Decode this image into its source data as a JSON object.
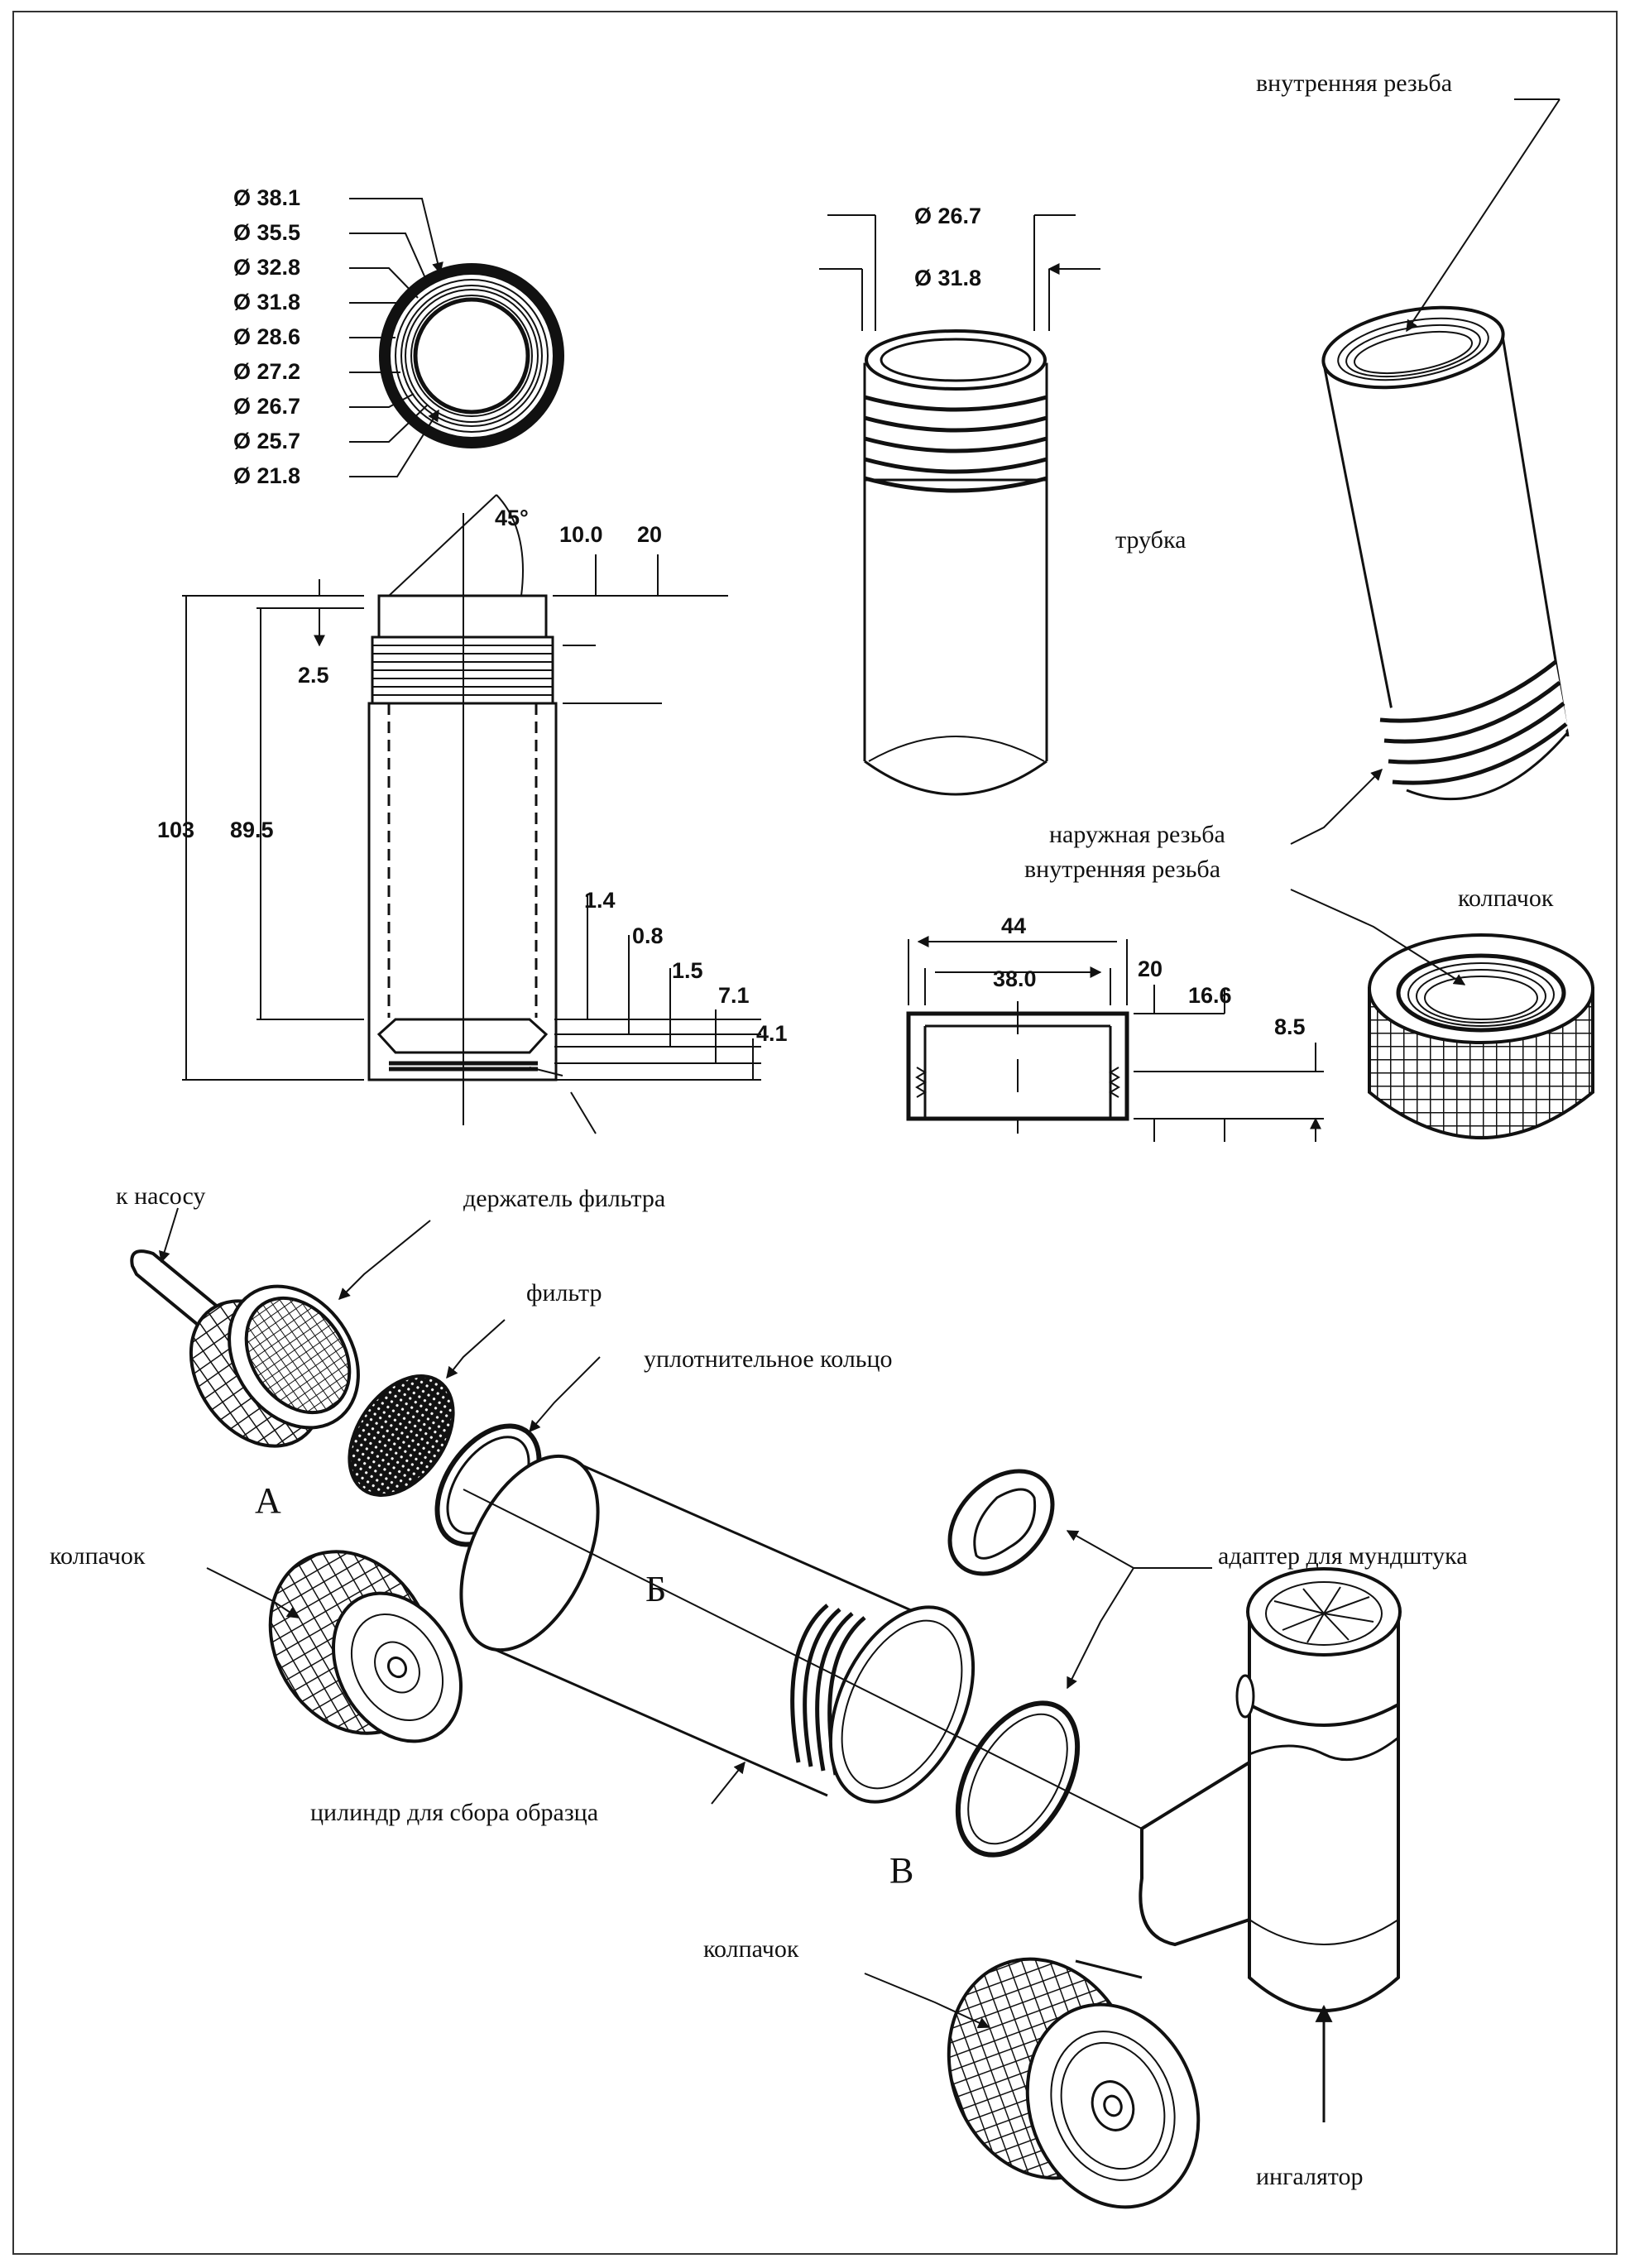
{
  "dimensions": {
    "diameters": [
      "Ø 38.1",
      "Ø 35.5",
      "Ø 32.8",
      "Ø 31.8",
      "Ø 28.6",
      "Ø 27.2",
      "Ø 26.7",
      "Ø 25.7",
      "Ø 21.8"
    ],
    "angle": "45°",
    "d10": "10.0",
    "d20": "20",
    "d25": "2.5",
    "d103": "103",
    "d895": "89.5",
    "d14": "1.4",
    "d08": "0.8",
    "d15": "1.5",
    "d71": "7.1",
    "d41": "4.1",
    "tube_inner": "Ø 26.7",
    "tube_outer": "Ø 31.8",
    "cap_44": "44",
    "cap_380": "38.0",
    "cap_20": "20",
    "cap_166": "16.6",
    "cap_85": "8.5"
  },
  "labels": {
    "internal_thread_top": "внутренняя резьба",
    "tube": "трубка",
    "external_thread": "наружная резьба",
    "internal_thread": "внутренняя резьба",
    "cap_top": "колпачок",
    "to_pump": "к насосу",
    "filter_holder": "держатель фильтра",
    "filter": "фильтр",
    "seal_ring": "уплотнительное кольцо",
    "letter_a": "А",
    "cap_left": "колпачок",
    "letter_b": "Б",
    "mouthpiece_adapter": "адаптер для мундштука",
    "sample_cylinder": "цилиндр для сбора образца",
    "letter_v": "В",
    "cap_bottom": "колпачок",
    "inhaler": "ингалятор"
  }
}
